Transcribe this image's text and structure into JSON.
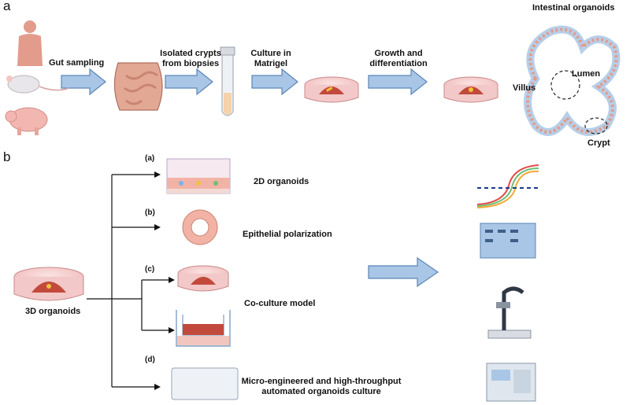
{
  "panel_a": {
    "label": "a",
    "steps": {
      "gut_sampling": "Gut sampling",
      "isolated_crypts_line1": "Isolated crypts",
      "isolated_crypts_line2": "from biopsies",
      "culture_line1": "Culture in",
      "culture_line2": "Matrigel",
      "growth_line1": "Growth and",
      "growth_line2": "differentiation"
    },
    "organoid": {
      "title": "Intestinal organoids",
      "lumen": "Lumen",
      "villus": "Villus",
      "crypt": "Crypt"
    }
  },
  "panel_b": {
    "label": "b",
    "source": "3D organoids",
    "branches": [
      {
        "tag": "(a)",
        "label": "2D organoids"
      },
      {
        "tag": "(b)",
        "label": "Epithelial polarization"
      },
      {
        "tag": "(c)",
        "label": "Co-culture model"
      },
      {
        "tag": "(d)",
        "label_line1": "Micro-engineered and high-throughput",
        "label_line2": "automated organoids culture"
      }
    ]
  },
  "colors": {
    "arrow_fill": "#a9c6e6",
    "arrow_stroke": "#5b86b8",
    "dish": "#f3c8c8",
    "organoid_red": "#c24a3c",
    "tissue_pink": "#e9a79a"
  },
  "icons": [
    "human-silhouette-icon",
    "mouse-icon",
    "pig-icon",
    "intestine-icon",
    "tube-icon",
    "petri-dish-icon",
    "organoid-ring-icon",
    "transwell-icon",
    "well-plate-icon",
    "curve-plot-icon",
    "western-blot-icon",
    "microscope-icon",
    "sequencer-icon"
  ]
}
